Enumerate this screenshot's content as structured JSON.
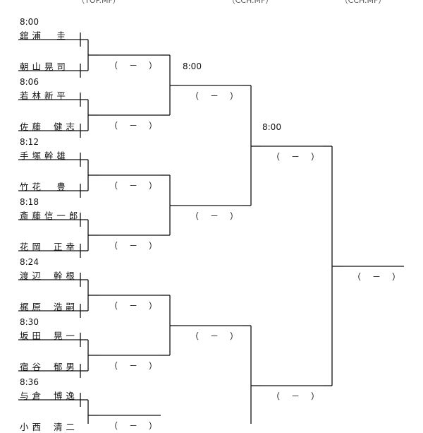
{
  "round_headers": [
    "（TOP.MF）",
    "（CCH.MF）",
    "（CCH.MF）"
  ],
  "round1_matches": [
    {
      "time": "8:00",
      "top": "舘 浦 　 圭",
      "bottom": "朝 山 晃 司",
      "score": "（　－　）"
    },
    {
      "time": "8:06",
      "top": "若 林 新 平",
      "bottom": "佐 藤 　健 志",
      "score": "（　－　）"
    },
    {
      "time": "8:12",
      "top": "手 塚 幹 雄",
      "bottom": "竹 花 　 豊",
      "score": "（　－　）"
    },
    {
      "time": "8:18",
      "top": "斎 藤 信 一 郎",
      "bottom": "花 岡 　正 幸",
      "score": "（　－　）"
    },
    {
      "time": "8:24",
      "top": "渡 辺 　幹 根",
      "bottom": "梶 原 　浩 嗣",
      "score": "（　－　）"
    },
    {
      "time": "8:30",
      "top": "坂 田 　晃 一",
      "bottom": "宿 谷 　郁 男",
      "score": "（　－　）"
    },
    {
      "time": "8:36",
      "top": "与 倉 　博 逸",
      "bottom": "小 西 　清 二",
      "score": "（　－　）"
    }
  ],
  "round2_matches": [
    {
      "time": "8:00",
      "score": "（　－　）"
    },
    {
      "time": "",
      "score": "（　－　）"
    },
    {
      "time": "",
      "score": "（　－　）"
    }
  ],
  "round3_matches": [
    {
      "time": "8:00",
      "score": "（　－　）"
    },
    {
      "time": "",
      "score": "（　－　）"
    }
  ],
  "round4_matches": [
    {
      "time": "",
      "score": "（　－　）"
    }
  ]
}
